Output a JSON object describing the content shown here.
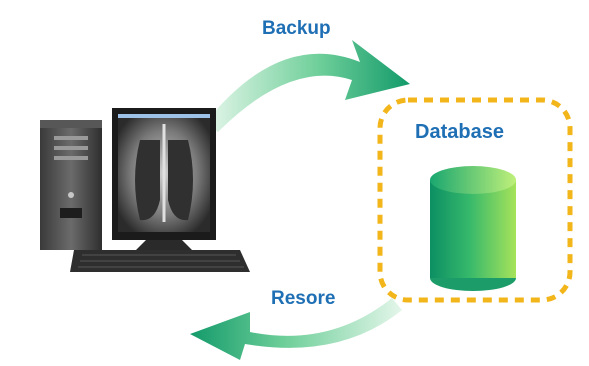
{
  "labels": {
    "backup": "Backup",
    "database": "Database",
    "restore": "Resore"
  },
  "colors": {
    "label_blue": "#1f6fb5",
    "dashed_box": "#f2b51a",
    "arrow_light": "#dff3e6",
    "arrow_dark": "#159a6c",
    "cylinder_dark": "#0f9a6a",
    "cylinder_light": "#9ee05a"
  },
  "icons": {
    "computer": "pc-tower-with-xray-monitor-icon",
    "database": "database-cylinder-icon"
  }
}
